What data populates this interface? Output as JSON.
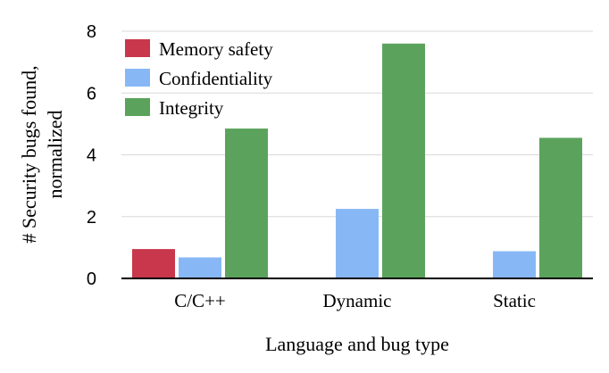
{
  "chart_data": {
    "type": "bar",
    "categories": [
      "C/C++",
      "Dynamic",
      "Static"
    ],
    "series": [
      {
        "name": "Memory safety",
        "values": [
          0.95,
          null,
          null
        ],
        "color": "#c8374b"
      },
      {
        "name": "Confidentiality",
        "values": [
          0.68,
          2.25,
          0.88
        ],
        "color": "#87b8f5"
      },
      {
        "name": "Integrity",
        "values": [
          4.85,
          7.6,
          4.55
        ],
        "color": "#5ba35c"
      }
    ],
    "xlabel": "Language and bug type",
    "ylabel": [
      "# Security bugs found,",
      "normalized"
    ],
    "ylim": [
      0,
      8
    ],
    "yticks": [
      0,
      2,
      4,
      6,
      8
    ],
    "grid": true,
    "legend_position": "top-left"
  }
}
